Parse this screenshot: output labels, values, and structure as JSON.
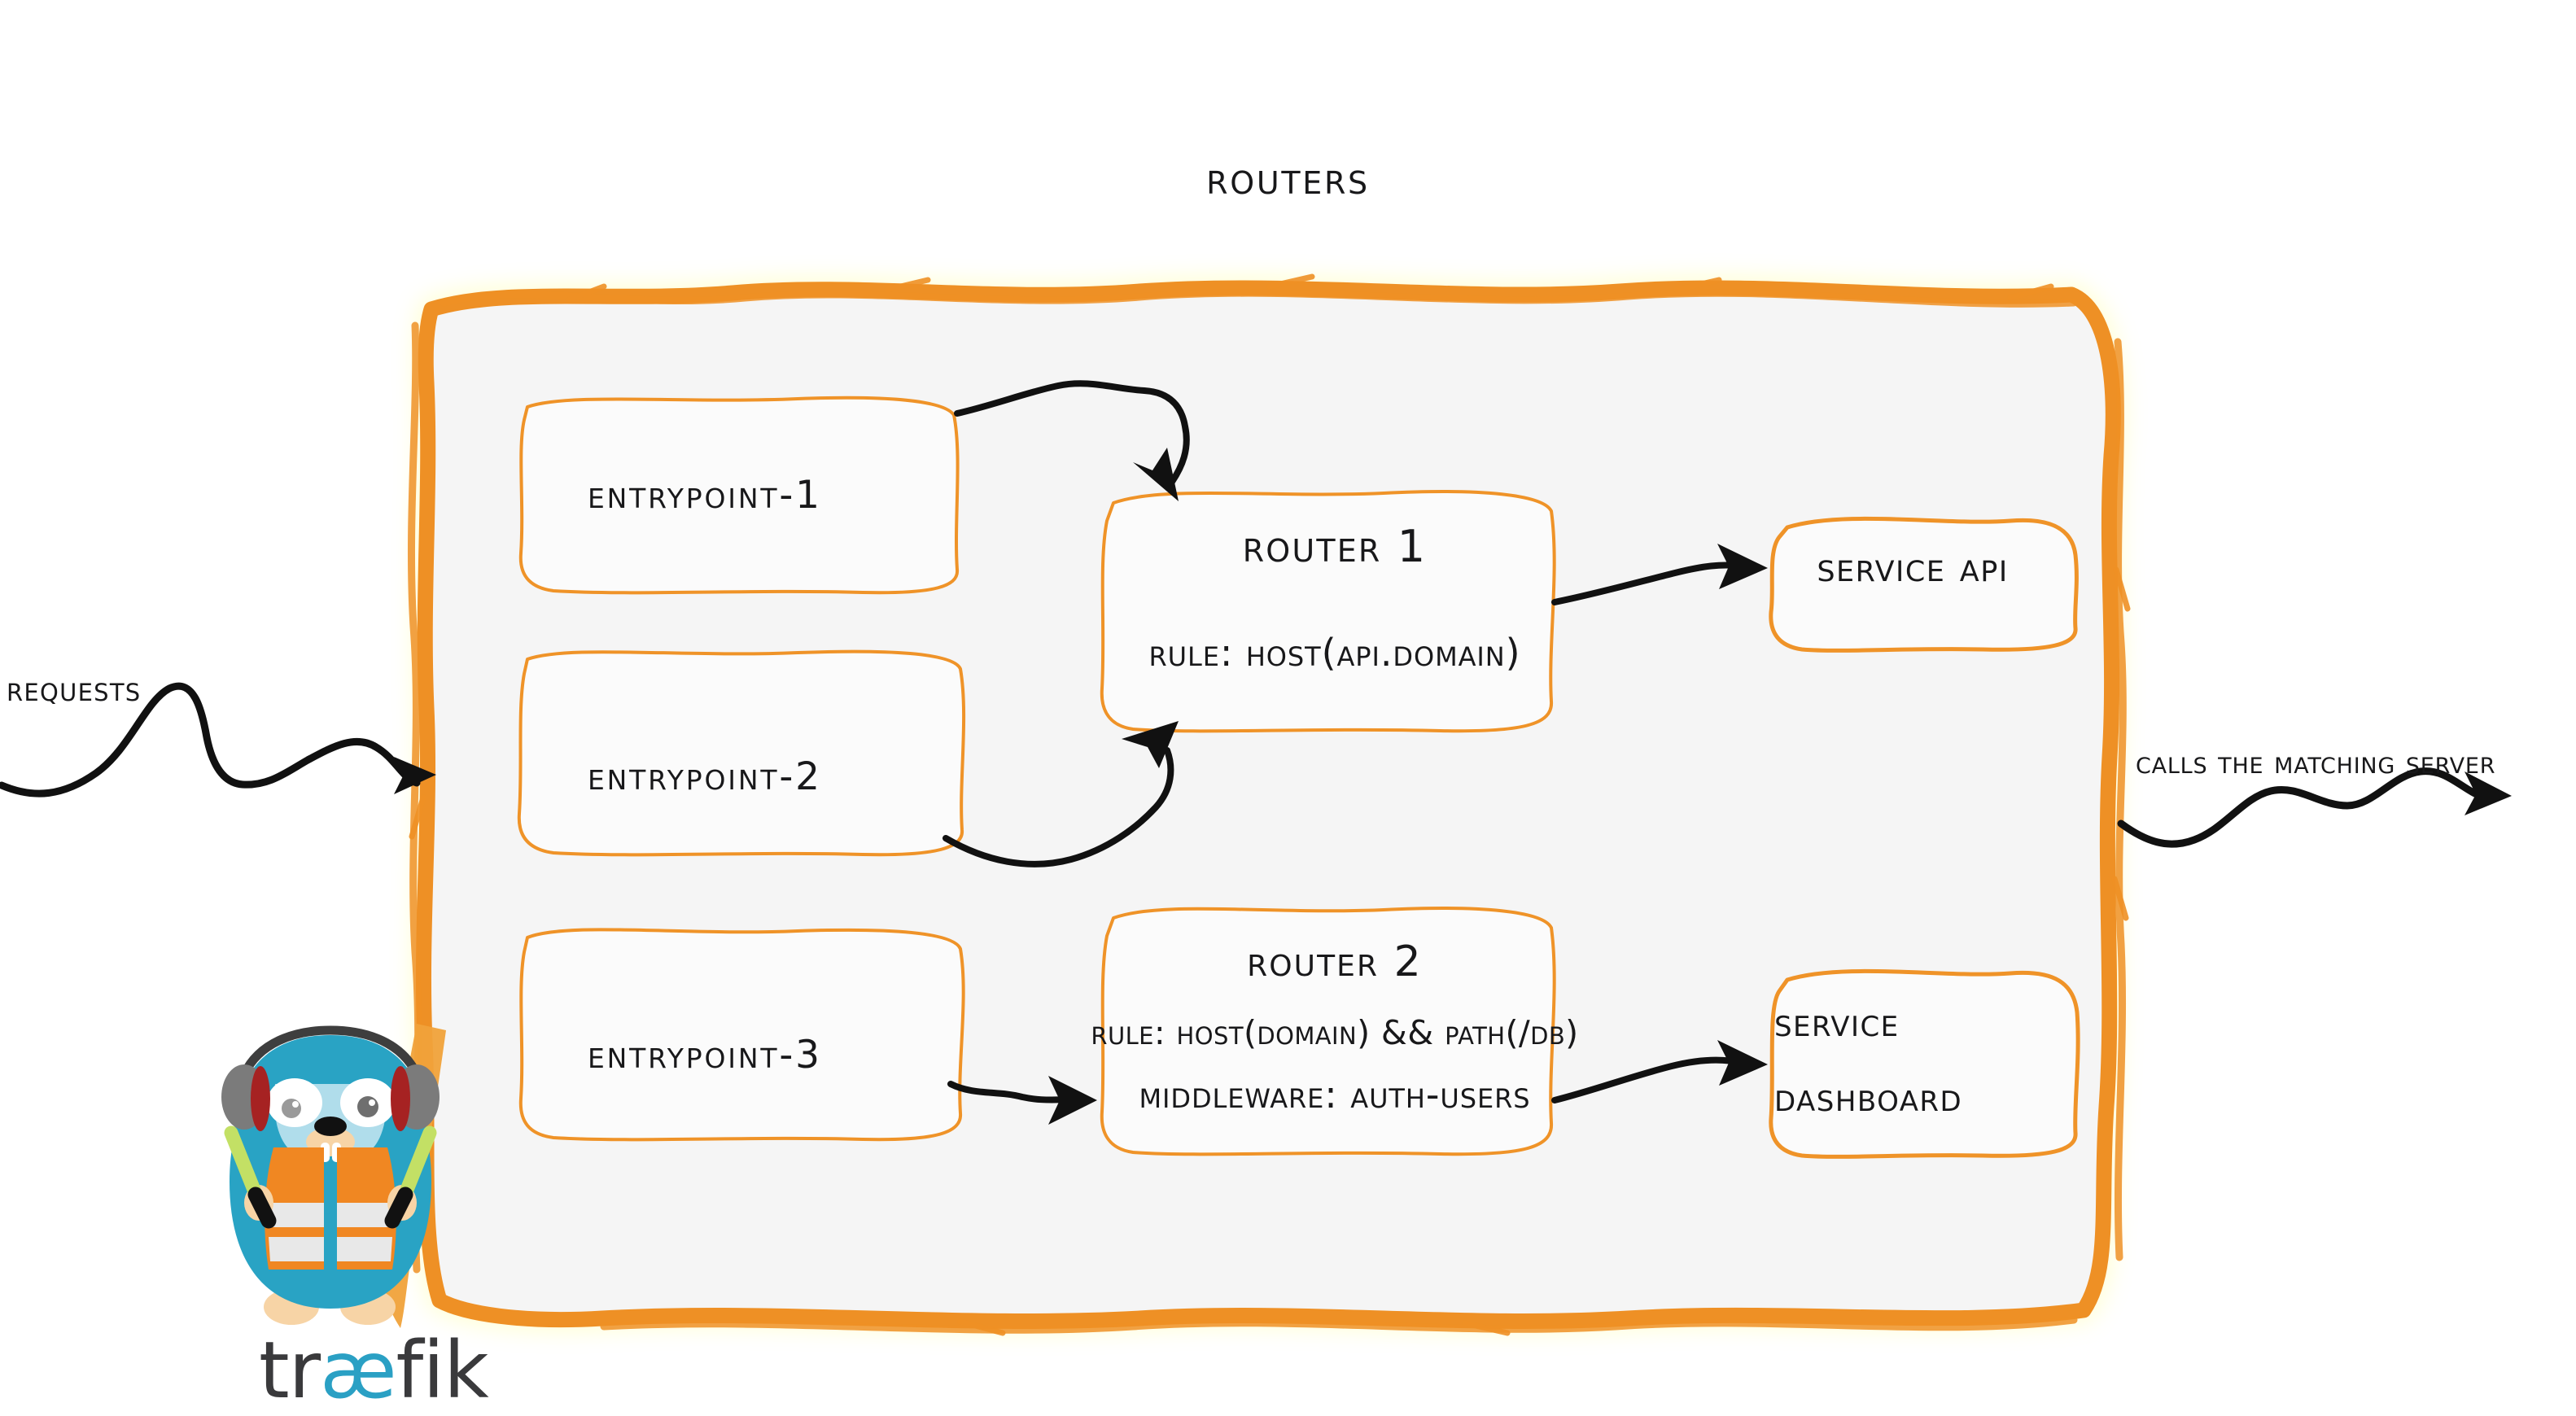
{
  "diagram": {
    "title": "Routers",
    "theme": {
      "accent_orange": "#ee9025",
      "panel_fill": "#f5f5f5",
      "ink": "#18181a",
      "gopher_blue": "#29a3c4",
      "vest_orange": "#f08722",
      "wand_green": "#c3e065",
      "logo_dark": "#3a3a3c",
      "logo_cyan": "#2aa0c4"
    },
    "left_caption": "Requests",
    "right_caption": "Calls the matching server",
    "entrypoints": [
      {
        "label": "entrypoint-1"
      },
      {
        "label": "entrypoint-2"
      },
      {
        "label": "entrypoint-3"
      }
    ],
    "routers": [
      {
        "name": "Router 1",
        "rule": "rule: Host(api.domain)",
        "middleware": null
      },
      {
        "name": "Router 2",
        "rule": "rule: Host(domain) && Path(/db)",
        "middleware": "Middleware: auth-users"
      }
    ],
    "services": [
      {
        "line1": "Service API",
        "line2": ""
      },
      {
        "line1": "Service",
        "line2": "Dashboard"
      }
    ],
    "logo": {
      "prefix": "tr",
      "ligature": "æ",
      "suffix": "fik"
    },
    "icons": {
      "mascot": "traefik-gopher-icon",
      "arrow": "arrow-icon"
    }
  }
}
